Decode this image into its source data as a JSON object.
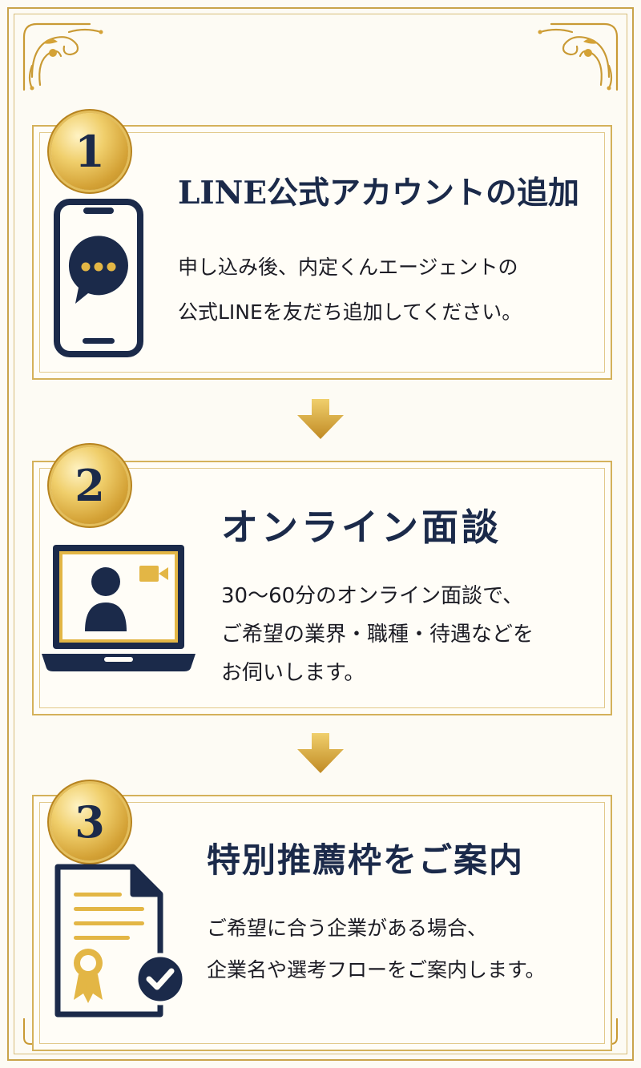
{
  "steps": [
    {
      "number": "1",
      "title": "LINE公式アカウントの追加",
      "description": [
        "申し込み後、内定くんエージェントの",
        "公式LINEを友だち追加してください。"
      ],
      "icon": "smartphone-chat-icon"
    },
    {
      "number": "2",
      "title": "オンライン面談",
      "description": [
        "30〜60分のオンライン面談で、",
        "ご希望の業界・職種・待遇などを",
        "お伺いします。"
      ],
      "icon": "laptop-video-call-icon"
    },
    {
      "number": "3",
      "title": "特別推薦枠をご案内",
      "description": [
        "ご希望に合う企業がある場合、",
        "企業名や選考フローをご案内します。"
      ],
      "icon": "certificate-check-icon"
    }
  ],
  "colors": {
    "navy": "#1b2a4a",
    "gold": "#d4a236",
    "background": "#fdfbf4"
  }
}
